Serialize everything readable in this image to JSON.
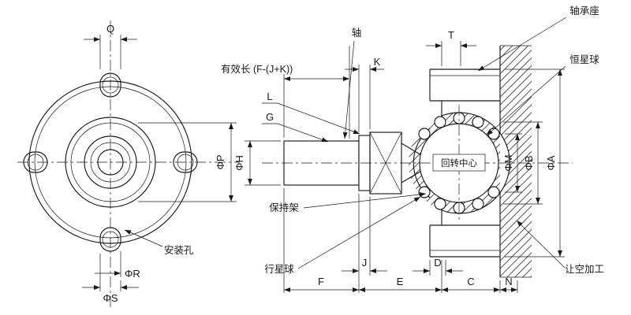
{
  "drawing": {
    "type": "mechanical-section-drawing",
    "views": {
      "front": {
        "dims": {
          "q": "Q",
          "p": "ΦP",
          "r": "ΦR",
          "s": "ΦS"
        },
        "labels": {
          "mounting_hole": "安装孔"
        }
      },
      "section": {
        "labels": {
          "shaft": "轴",
          "bearing_seat": "轴承座",
          "sun_ball": "恒星球",
          "effective_length": "有效长 (F-(J+K))",
          "rotation_center": "回转中心",
          "cage": "保持架",
          "planet_ball": "行星球",
          "relief": "让空加工"
        },
        "dims": {
          "t": "T",
          "k": "K",
          "l": "L",
          "g": "G",
          "h": "ΦH",
          "m": "ΦM",
          "b": "ΦB",
          "a": "ΦA",
          "j": "J",
          "d": "D",
          "f": "F",
          "e": "E",
          "c": "C",
          "n": "N"
        }
      }
    },
    "colors": {
      "line": "#1a1a1a",
      "background": "#ffffff"
    }
  }
}
